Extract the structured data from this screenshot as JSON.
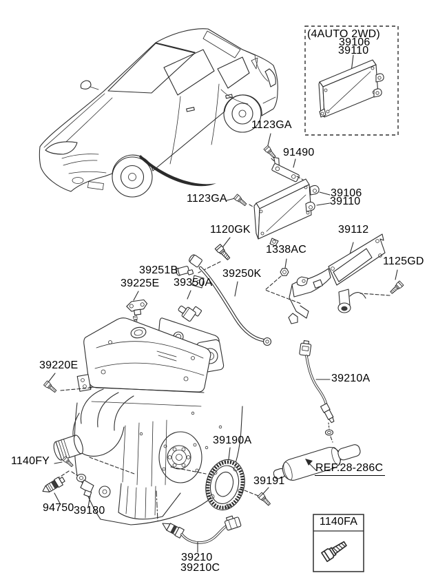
{
  "page": {
    "background": "#ffffff",
    "line_color": "#2b2b2b",
    "text_color": "#000000"
  },
  "insets": {
    "auto2wd": {
      "title": "(4AUTO 2WD)",
      "parts": [
        "39106",
        "39110"
      ]
    },
    "bolt_kit": {
      "title": "1140FA"
    }
  },
  "callouts": {
    "bolt_1123ga_top": "1123GA",
    "bracket_91490": "91490",
    "bolt_1123ga_mid": "1123GA",
    "ecu_upper": "39106",
    "ecu_lower": "39110",
    "bolt_1120gk": "1120GK",
    "nut_1338ac": "1338AC",
    "plate_39112": "39112",
    "bolt_1125gd": "1125GD",
    "connector_39251b": "39251B",
    "bracket_39225e": "39225E",
    "sensor_39350a": "39350A",
    "hose_39250k": "39250K",
    "sensor_39220e": "39220E",
    "sensor_39210a": "39210A",
    "ring_gear_39190a": "39190A",
    "bolt_1140fy": "1140FY",
    "exhaust_ref": "REF.28-286C",
    "bolt_39191": "39191",
    "switch_94750": "94750",
    "sensor_39180": "39180",
    "sensor_39210": "39210",
    "sensor_39210c": "39210C"
  }
}
